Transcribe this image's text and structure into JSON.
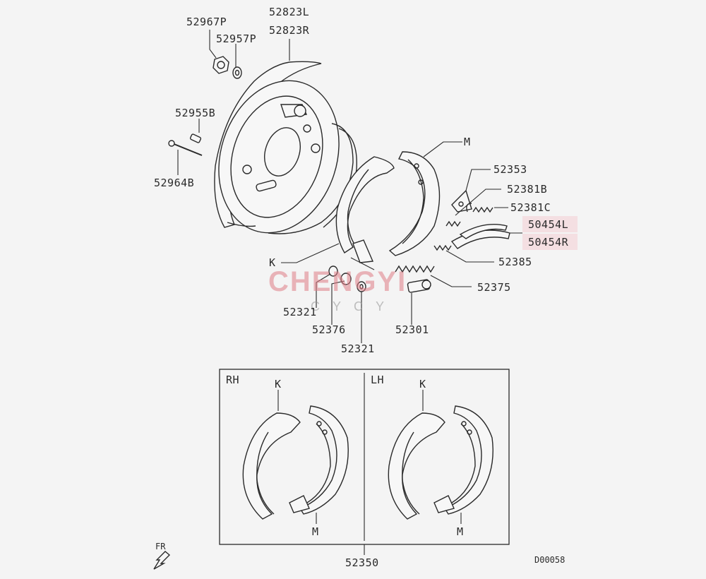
{
  "labels": {
    "p52967P": "52967P",
    "p52957P": "52957P",
    "p52823L": "52823L",
    "p52823R": "52823R",
    "p52955B": "52955B",
    "p52964B": "52964B",
    "pM": "M",
    "p52353": "52353",
    "p52381B": "52381B",
    "p52381C": "52381C",
    "p50454L": "50454L",
    "p50454R": "50454R",
    "p52385": "52385",
    "pK": "K",
    "p52375": "52375",
    "p52321a": "52321",
    "p52376": "52376",
    "p52321b": "52321",
    "p52301": "52301",
    "p52350": "52350",
    "diagram_code": "D00058"
  },
  "inset": {
    "rh": "RH",
    "lh": "LH",
    "rh_k": "K",
    "rh_m": "M",
    "lh_k": "K",
    "lh_m": "M"
  },
  "direction": "FR",
  "watermark": {
    "brand": "CHENGYI",
    "sub": "CYCY"
  },
  "highlight_color": "#f4dfe2"
}
